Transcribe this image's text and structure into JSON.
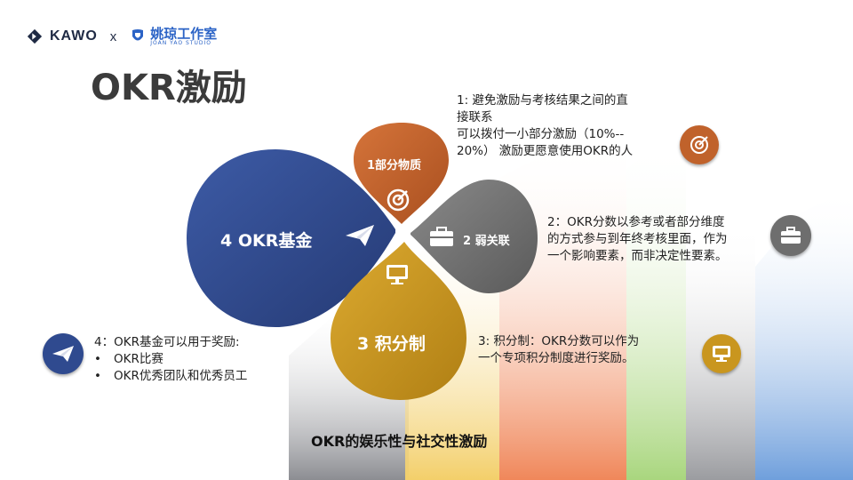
{
  "header": {
    "brand_left": "KAWO",
    "separator": "x",
    "brand_right_cn": "姚琼工作室",
    "brand_right_en": "JOAN YAO STUDIO"
  },
  "page_title": "OKR激励",
  "petals": {
    "p1": "1部分物质",
    "p2": "2 弱关联",
    "p3": "3  积分制",
    "p4": "4  OKR基金"
  },
  "notes": {
    "n1": [
      "1:      避免激励与考核结果之间的直",
      "接联系",
      "可以拨付一小部分激励（10%--",
      "20%） 激励更愿意使用OKR的人"
    ],
    "n2": [
      "2：OKR分数以参考或者部分维度",
      "的方式参与到年终考核里面，作为",
      "一个影响要素，而非决定性要素。"
    ],
    "n3": [
      "3:      积分制：OKR分数可以作为",
      "一个专项积分制度进行奖励。"
    ],
    "n4_title": "4：OKR基金可以用于奖励:",
    "n4_items": [
      "OKR比赛",
      "OKR优秀团队和优秀员工"
    ]
  },
  "bottom_caption": "OKR的娱乐性与社交性激励",
  "colors": {
    "petal1": "#c0622b",
    "petal2": "#6e6e6e",
    "petal3": "#c9961f",
    "petal4": "#2f4a8f",
    "bar_gray": "#9b9ca0",
    "bar_yellow": "#f3d27a",
    "bar_orange": "#f08a5d",
    "bar_green": "#b5d88a",
    "bar_blue": "#7aa6dc"
  },
  "icons": {
    "petal1": "target-icon",
    "petal2": "briefcase-icon",
    "petal3": "monitor-icon",
    "petal4": "paper-plane-icon"
  }
}
